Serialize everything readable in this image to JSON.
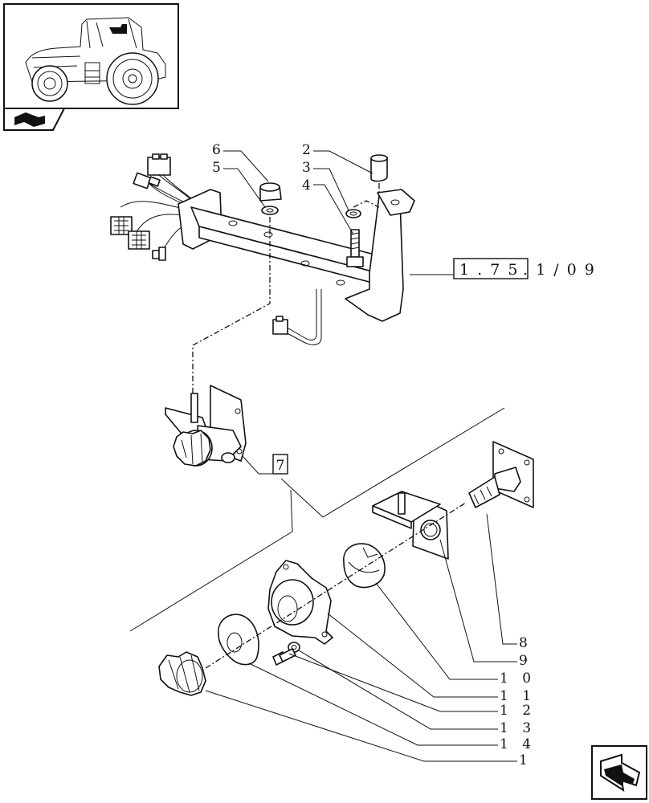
{
  "reference": {
    "box1": "1 . 7 5",
    "box2": ". 1 / 0 9"
  },
  "group_label": "7",
  "callouts": {
    "c1": "1",
    "c2": "2",
    "c3": "3",
    "c4": "4",
    "c5": "5",
    "c6": "6",
    "c8": "8",
    "c9": "9",
    "c10": "1 0",
    "c11": "1 1",
    "c12": "1 2",
    "c13": "1 3",
    "c14": "1 4"
  },
  "icons": {
    "thumbnail": "tractor-thumbnail-icon",
    "section": "section-indicator-icon",
    "nav": "next-page-arrow-icon"
  }
}
